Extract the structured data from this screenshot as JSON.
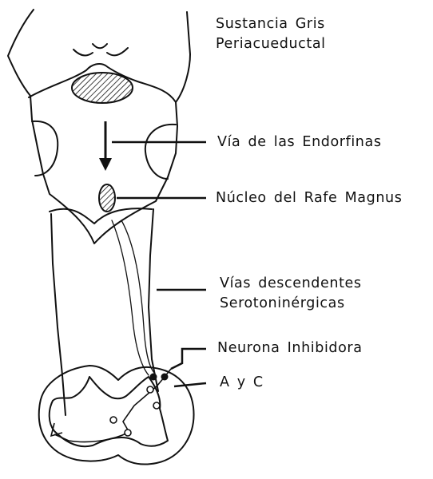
{
  "labels": {
    "gris_line1": "Sustancia Gris",
    "gris_line2": "Periacueductal",
    "endorfinas": "Vía de las Endorfinas",
    "rafe": "Núcleo del Rafe Magnus",
    "vias_line1": "Vías descendentes",
    "vias_line2": "Serotoninérgicas",
    "neurona": "Neurona Inhibidora",
    "ayc": "A y C"
  },
  "colors": {
    "ink": "#111111",
    "background": "#ffffff"
  }
}
